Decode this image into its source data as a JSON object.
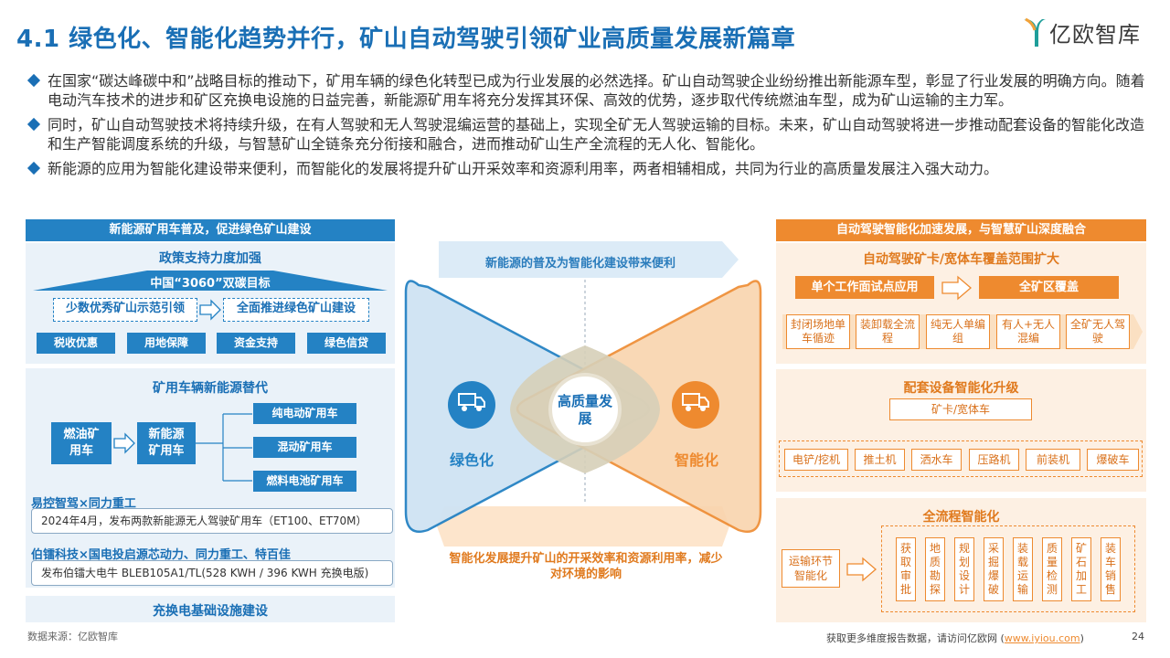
{
  "title": "4.1 绿色化、智能化趋势并行，矿山自动驾驶引领矿业高质量发展新篇章",
  "logo": {
    "text": "亿欧智库",
    "icon": "yiou-logo-icon"
  },
  "bullets": [
    "在国家“碳达峰碳中和”战略目标的推动下，矿用车辆的绿色化转型已成为行业发展的必然选择。矿山自动驾驶企业纷纷推出新能源车型，彰显了行业发展的明确方向。随着电动汽车技术的进步和矿区充换电设施的日益完善，新能源矿用车将充分发挥其环保、高效的优势，逐步取代传统燃油车型，成为矿山运输的主力军。",
    "同时，矿山自动驾驶技术将持续升级，在有人驾驶和无人驾驶混编运营的基础上，实现全矿无人驾驶运输的目标。未来，矿山自动驾驶将进一步推动配套设备的智能化改造和生产智能调度系统的升级，与智慧矿山全链条充分衔接和融合，进而推动矿山生产全流程的无人化、智能化。",
    "新能源的应用为智能化建设带来便利，而智能化的发展将提升矿山开采效率和资源利用率，两者相辅相成，共同为行业的高质量发展注入强大动力。"
  ],
  "left": {
    "header": "新能源矿用车普及，促进绿色矿山建设",
    "policy": {
      "title": "政策支持力度加强",
      "target": "中国“3060”双碳目标",
      "step_from": "少数优秀矿山示范引领",
      "step_to": "全面推进绿色矿山建设",
      "supports": [
        "税收优惠",
        "用地保障",
        "资金支持",
        "绿色信贷"
      ]
    },
    "replace": {
      "title": "矿用车辆新能源替代",
      "from": "燃油矿用车",
      "to": "新能源矿用车",
      "types": [
        "纯电动矿用车",
        "混动矿用车",
        "燃料电池矿用车"
      ],
      "cases": [
        {
          "company": "易控智驾×同力重工",
          "detail": "2024年4月，发布两款新能源无人驾驶矿用车（ET100、ET70M）"
        },
        {
          "company": "伯镭科技×国电投启源芯动力、同力重工、特百佳",
          "detail": "发布伯镭大电牛 BLEB105A1/TL(528 KWH / 396 KWH 充换电版)"
        }
      ]
    },
    "infra": "充换电基础设施建设"
  },
  "center": {
    "top_arrow": "新能源的普及为智能化建设带来便利",
    "core": "高质量发展",
    "green": "绿色化",
    "smart": "智能化",
    "green_icon": "truck-icon",
    "smart_icon": "truck-icon",
    "bottom_arrow": "智能化发展提升矿山的开采效率和资源利用率，减少对环境的影响"
  },
  "right": {
    "header": "自动驾驶智能化加速发展，与智慧矿山深度融合",
    "coverage": {
      "title": "自动驾驶矿卡/宽体车覆盖范围扩大",
      "from": "单个工作面试点应用",
      "to": "全矿区覆盖",
      "stages": [
        "封闭场地单车循迹",
        "装卸载全流程",
        "纯无人单编组",
        "有人+无人混编",
        "全矿无人驾驶"
      ]
    },
    "equipment": {
      "title": "配套设备智能化升级",
      "center": "矿卡/宽体车",
      "items": [
        "电铲/挖机",
        "推土机",
        "洒水车",
        "压路机",
        "前装机",
        "爆破车"
      ]
    },
    "process": {
      "title": "全流程智能化",
      "from": "运输环节智能化",
      "steps": [
        "获取审批",
        "地质勘探",
        "规划设计",
        "采掘爆破",
        "装载运输",
        "质量检测",
        "矿石加工",
        "装车销售"
      ]
    }
  },
  "footer": {
    "source": "数据来源：亿欧智库",
    "more_prefix": "获取更多维度报告数据，请访问亿欧网 (",
    "link": "www.iyiou.com",
    "more_suffix": ")",
    "page": "24"
  },
  "colors": {
    "blue": "#2482c4",
    "orange": "#ee8a2f",
    "title_blue": "#1a6fb5"
  }
}
